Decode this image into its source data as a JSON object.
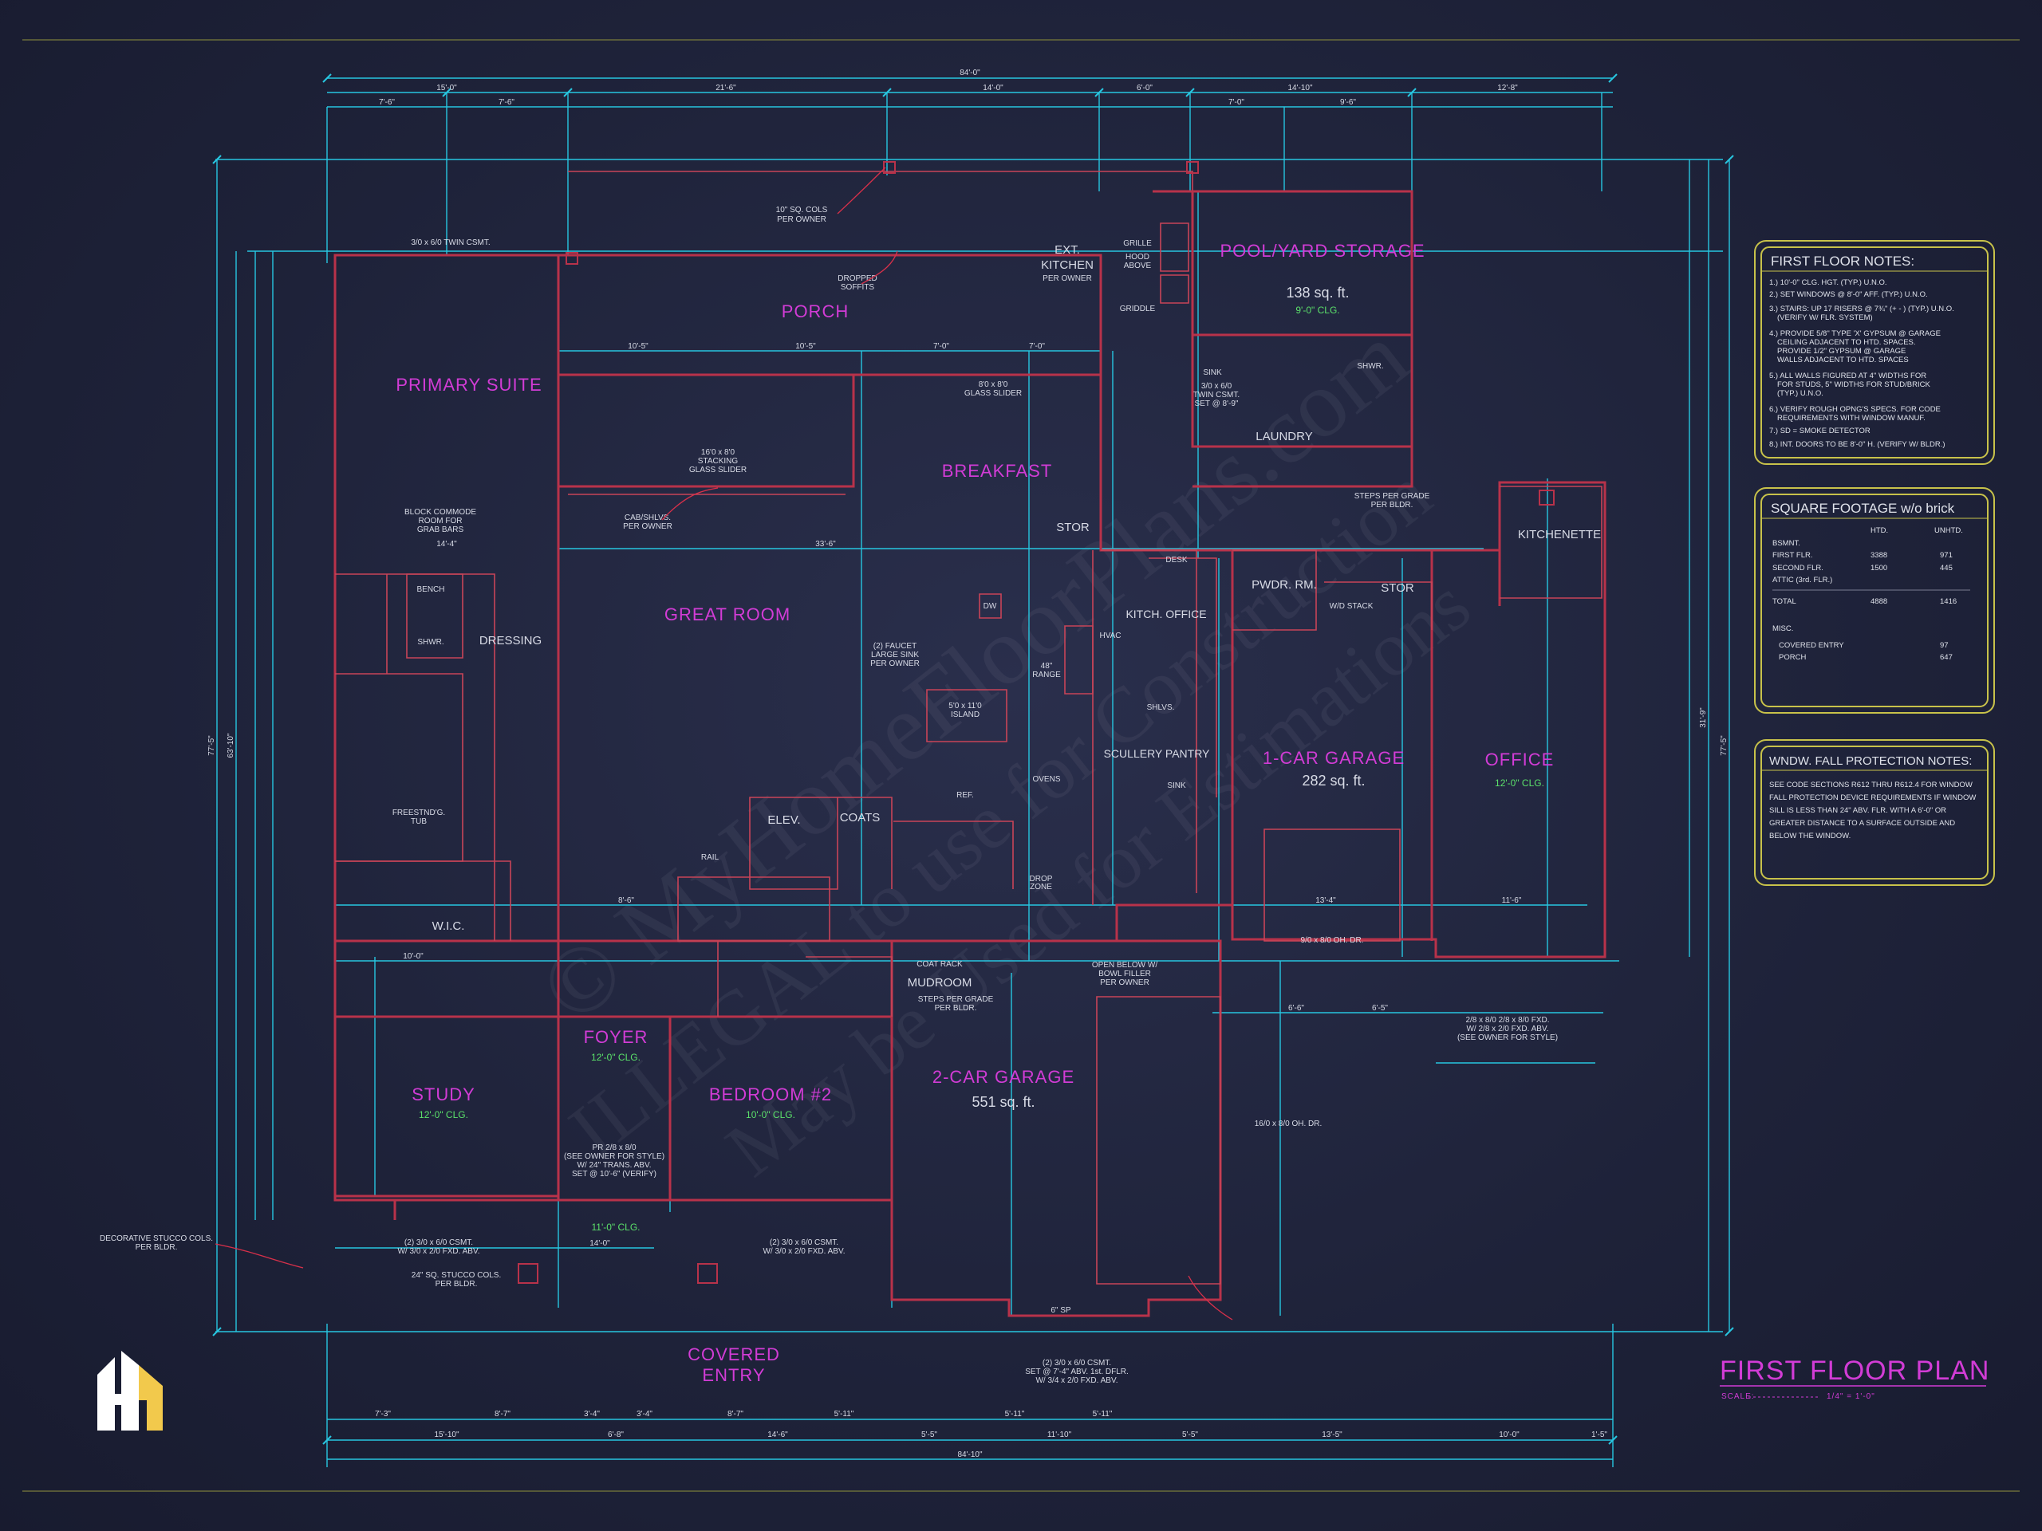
{
  "rooms": {
    "primary_suite": "PRIMARY SUITE",
    "porch": "PORCH",
    "pool_storage": "POOL/YARD STORAGE",
    "pool_storage_sqft": "138 sq. ft.",
    "pool_storage_clg": "9'-0\" CLG.",
    "breakfast": "BREAKFAST",
    "great_room": "GREAT ROOM",
    "laundry": "LAUNDRY",
    "kitchenette": "KITCHENETTE",
    "pwdr": "PWDR. RM.",
    "stor": "STOR",
    "stor2": "STOR",
    "kitch_office": "KITCH. OFFICE",
    "scullery": "SCULLERY PANTRY",
    "garage1": "1-CAR GARAGE",
    "garage1_sqft": "282 sq. ft.",
    "office": "OFFICE",
    "office_clg": "12'-0\" CLG.",
    "dressing": "DRESSING",
    "wic": "W.I.C.",
    "elev": "ELEV.",
    "coats": "COATS",
    "mudroom": "MUDROOM",
    "foyer": "FOYER",
    "foyer_clg": "12'-0\" CLG.",
    "study": "STUDY",
    "study_clg": "12'-0\" CLG.",
    "bedroom2": "BEDROOM #2",
    "bedroom2_clg": "10'-0\" CLG.",
    "garage2": "2-CAR GARAGE",
    "garage2_sqft": "551 sq. ft.",
    "covered_entry_1": "COVERED",
    "covered_entry_2": "ENTRY",
    "entry_clg": "11'-0\" CLG.",
    "ext_kitchen_1": "EXT.",
    "ext_kitchen_2": "KITCHEN",
    "ext_kitchen_3": "PER OWNER"
  },
  "labels": {
    "cols": "10\" SQ. COLS",
    "cols2": "PER OWNER",
    "dropped": "DROPPED",
    "dropped2": "SOFFITS",
    "stacking": "16'0 x 8'0",
    "stacking2": "STACKING",
    "stacking3": "GLASS SLIDER",
    "glass_slider": "8'0 x 8'0",
    "glass_slider2": "GLASS SLIDER",
    "twin_csmt": "3/0 x 6/0 TWIN CSMT.",
    "block": "BLOCK COMMODE",
    "block2": "ROOM FOR",
    "block3": "GRAB BARS",
    "bench": "BENCH",
    "shwr": "SHWR.",
    "tub": "FREESTND'G.",
    "tub2": "TUB",
    "rail": "RAIL",
    "island": "5'0 x 11'0",
    "island2": "ISLAND",
    "range": "48\"",
    "range2": "RANGE",
    "ovens": "OVENS",
    "sink_note": "(2) FAUCET",
    "sink_note2": "LARGE SINK",
    "sink_note3": "PER OWNER",
    "cab": "CAB/SHLVS.",
    "cab2": "PER OWNER",
    "dw": "DW",
    "ref": "REF.",
    "desk": "DESK",
    "shlvs": "SHLVS.",
    "sink": "SINK",
    "grille": "GRILLE",
    "hood": "HOOD",
    "hood2": "ABOVE",
    "griddle": "GRIDDLE",
    "oh_dr1": "9/0 x 8/0 OH. DR.",
    "oh_dr2": "16/0 x 8/0 OH. DR.",
    "drop_zone": "DROP",
    "drop_zone2": "ZONE",
    "coat_rack": "COAT RACK",
    "steps": "STEPS PER GRADE",
    "steps2": "PER BLDR.",
    "steps_gar": "STEPS PER GRADE",
    "steps_gar2": "PER BLDR.",
    "open_below": "OPEN BELOW W/",
    "open_below2": "BOWL FILLER",
    "open_below3": "PER OWNER",
    "deco_cols": "DECORATIVE STUCCO COLS.",
    "deco_cols2": "PER BLDR.",
    "stucco_cols": "24\" SQ. STUCCO COLS.",
    "stucco_cols2": "PER BLDR.",
    "csmt_study": "(2) 3/0 x 6/0 CSMT.",
    "csmt_study2": "W/ 3/0 x 2/0 FXD. ABV.",
    "csmt_bed": "(2) 3/0 x 6/0 CSMT.",
    "csmt_bed2": "W/ 3/0 x 2/0 FXD. ABV.",
    "front_door": "PR 2/8 x 8/0",
    "front_door2": "(SEE OWNER FOR STYLE)",
    "front_door3": "W/ 24\" TRANS. ABV.",
    "front_door4": "SET @ 10'-6\" (VERIFY)",
    "garage_csmt": "(2) 3/0 x 6/0 CSMT.",
    "garage_csmt2": "SET @ 7'-4\" ABV. 1st. DFLR.",
    "garage_csmt3": "W/ 3/4 x 2/0 FXD. ABV.",
    "office_door": "2/8 x 8/0 2/8 x 8/0 FXD.",
    "office_door2": "W/ 2/8 x 2/0 FXD. ABV.",
    "office_door3": "(SEE OWNER FOR STYLE)",
    "sp6": "6\" SP",
    "laundry_sink": "SINK",
    "twin_csmt2": "3/0 x 6/0",
    "twin_csmt3": "TWIN CSMT.",
    "twin_csmt4": "SET @ 8'-9\"",
    "hvac": "HVAC",
    "stack": "W/D STACK",
    "shwr2": "SHWR."
  },
  "dims": {
    "top_total": "84'-0\"",
    "top1": "15'-0\"",
    "top2": "21'-6\"",
    "top3": "14'-0\"",
    "top4": "6'-0\"",
    "top5": "14'-10\"",
    "top6": "12'-8\"",
    "top7": "7'-6\"",
    "top8": "7'-6\"",
    "top9": "7'-0\"",
    "top10": "9'-6\"",
    "bot_total": "84'-10\"",
    "bot1": "15'-10\"",
    "bot2": "6'-8\"",
    "bot3": "14'-6\"",
    "bot4": "5'-5\"",
    "bot5": "11'-10\"",
    "bot6": "5'-5\"",
    "bot7": "13'-5\"",
    "bot8": "10'-0\"",
    "bot9": "1'-5\"",
    "bot10": "7'-3\"",
    "bot11": "8'-7\"",
    "bot12": "3'-4\"",
    "bot13": "3'-4\"",
    "bot14": "8'-7\"",
    "bot15": "5'-11\"",
    "bot16": "5'-11\"",
    "bot17": "5'-11\"",
    "left_total": "77'-5\"",
    "left2": "63'-10\"",
    "right_total": "77'-5\"",
    "right2": "31'-9\"",
    "int1": "10'-5\"",
    "int2": "10'-5\"",
    "int3": "7'-0\"",
    "int4": "7'-0\"",
    "int5": "33'-6\"",
    "int6": "14'-4\"",
    "int7": "10'-0\"",
    "int8": "8'-6\"",
    "int9": "13'-4\"",
    "int10": "11'-6\"",
    "int11": "6'-6\"",
    "int12": "6'-5\"",
    "int13": "14'-0\""
  },
  "notes": {
    "title": "FIRST FLOOR NOTES:",
    "items": [
      "1.) 10'-0\" CLG. HGT. (TYP.) U.N.O.",
      "2.) SET WINDOWS @ 8'-0\" AFF. (TYP.) U.N.O.",
      "3.) STAIRS: UP 17 RISERS @ 7¾\" (+ - ) (TYP.) U.N.O.",
      "(VERIFY W/ FLR. SYSTEM)",
      "4.) PROVIDE 5/8\" TYPE 'X' GYPSUM @ GARAGE",
      "CEILING ADJACENT TO HTD. SPACES.",
      "PROVIDE 1/2\" GYPSUM @ GARAGE",
      "WALLS ADJACENT TO HTD. SPACES",
      "5.) ALL WALLS FIGURED AT 4\" WIDTHS FOR",
      "FOR STUDS, 5\" WIDTHS FOR STUD/BRICK",
      "(TYP.) U.N.O.",
      "6.) VERIFY ROUGH OPNG'S SPECS. FOR CODE",
      "REQUIREMENTS WITH WINDOW MANUF.",
      "7.) SD = SMOKE DETECTOR",
      "8.) INT. DOORS TO BE 8'-0\" H. (VERIFY W/ BLDR.)"
    ]
  },
  "sqft": {
    "title": "SQUARE FOOTAGE w/o brick",
    "col_htd": "HTD.",
    "col_unhtd": "UNHTD.",
    "rows": [
      {
        "label": "BSMNT.",
        "htd": "",
        "unhtd": ""
      },
      {
        "label": "FIRST FLR.",
        "htd": "3388",
        "unhtd": "971"
      },
      {
        "label": "SECOND FLR.",
        "htd": "1500",
        "unhtd": "445"
      },
      {
        "label": "ATTIC (3rd. FLR.)",
        "htd": "",
        "unhtd": ""
      }
    ],
    "total_label": "TOTAL",
    "total_htd": "4888",
    "total_unhtd": "1416",
    "misc_label": "MISC.",
    "misc": [
      {
        "label": "COVERED ENTRY",
        "value": "97"
      },
      {
        "label": "PORCH",
        "value": "647"
      }
    ]
  },
  "fall": {
    "title": "WNDW. FALL PROTECTION NOTES:",
    "lines": [
      "SEE CODE SECTIONS R612 THRU R612.4 FOR WINDOW",
      "FALL PROTECTION DEVICE REQUIREMENTS IF WINDOW",
      "SILL IS LESS THAN 24\" ABV. FLR. WITH A 6'-0\" OR",
      "GREATER DISTANCE TO A SURFACE OUTSIDE AND",
      "BELOW THE WINDOW."
    ]
  },
  "plan_title": "FIRST FLOOR PLAN",
  "scale_label": "SCALE:",
  "scale_value": "1/4\" = 1'-0\"",
  "watermark": {
    "line1": "© MyHomeFloorPlans.com",
    "line2": "ILLEGAL to use for Construction",
    "line3": "May be Used for Estimations"
  },
  "colors": {
    "background": "#1e2239",
    "dimension": "#27c6e0",
    "wall": "#b8324a",
    "room_label": "#d23cd6",
    "note_box": "#c8c24a",
    "logo": "#ffffff",
    "logo_accent": "#f2c94c"
  },
  "icons": {
    "logo": "house-logo-icon"
  }
}
